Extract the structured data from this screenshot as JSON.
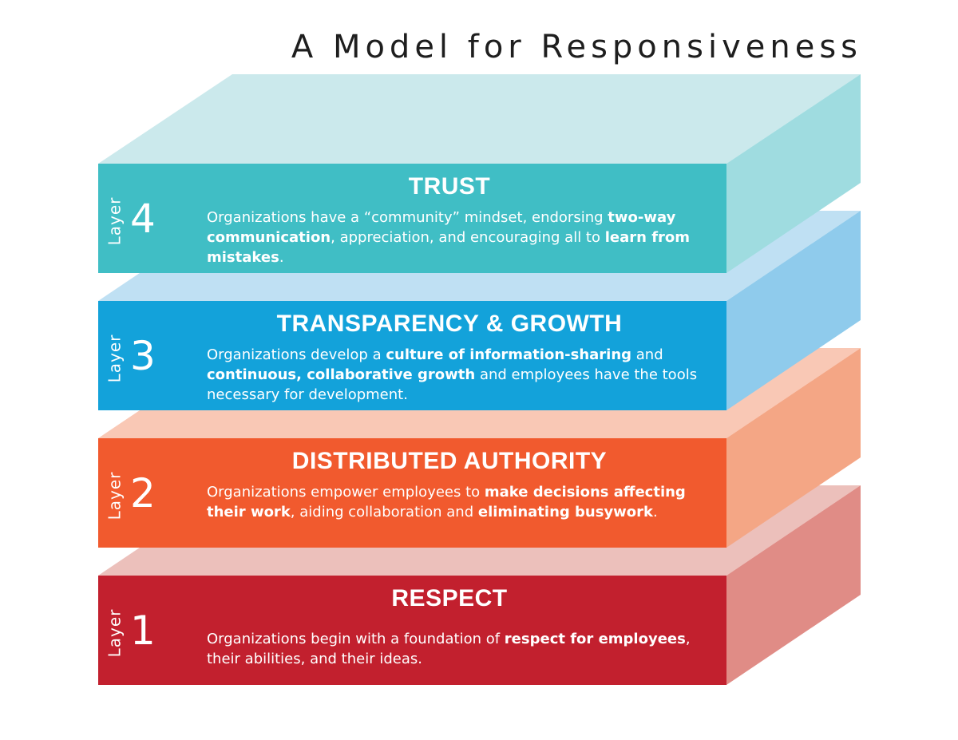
{
  "title": "A Model for Responsiveness",
  "layers": [
    {
      "layer_word": "Layer",
      "number": "4",
      "heading": "TRUST",
      "description": [
        "Organizations have a “community” mindset, endorsing ",
        "two-way communication",
        ", appreciation, and encouraging all to ",
        "learn from mistakes",
        "."
      ],
      "colors": {
        "front": "#40bec5",
        "top": "#cbe9ec",
        "side": "#9fdce0"
      }
    },
    {
      "layer_word": "Layer",
      "number": "3",
      "heading": "TRANSPARENCY & GROWTH",
      "description": [
        "Organizations develop a ",
        "culture of information-sharing",
        " and ",
        "continuous, collaborative growth",
        " and employees have the tools necessary for development."
      ],
      "colors": {
        "front": "#13a2da",
        "top": "#bfe0f3",
        "side": "#8fcbec"
      }
    },
    {
      "layer_word": "Layer",
      "number": "2",
      "heading": "DISTRIBUTED AUTHORITY",
      "description": [
        "Organizations empower employees to ",
        "make decisions affecting their work",
        ", aiding collaboration and ",
        "eliminating busywork",
        "."
      ],
      "colors": {
        "front": "#f15a2e",
        "top": "#f9c8b5",
        "side": "#f4a685"
      }
    },
    {
      "layer_word": "Layer",
      "number": "1",
      "heading": "RESPECT",
      "description": [
        "Organizations begin with a foundation of ",
        "respect for employees",
        ", their abilities, and their ideas."
      ],
      "colors": {
        "front": "#c2202e",
        "top": "#ecc0bb",
        "side": "#e08c86"
      }
    }
  ]
}
